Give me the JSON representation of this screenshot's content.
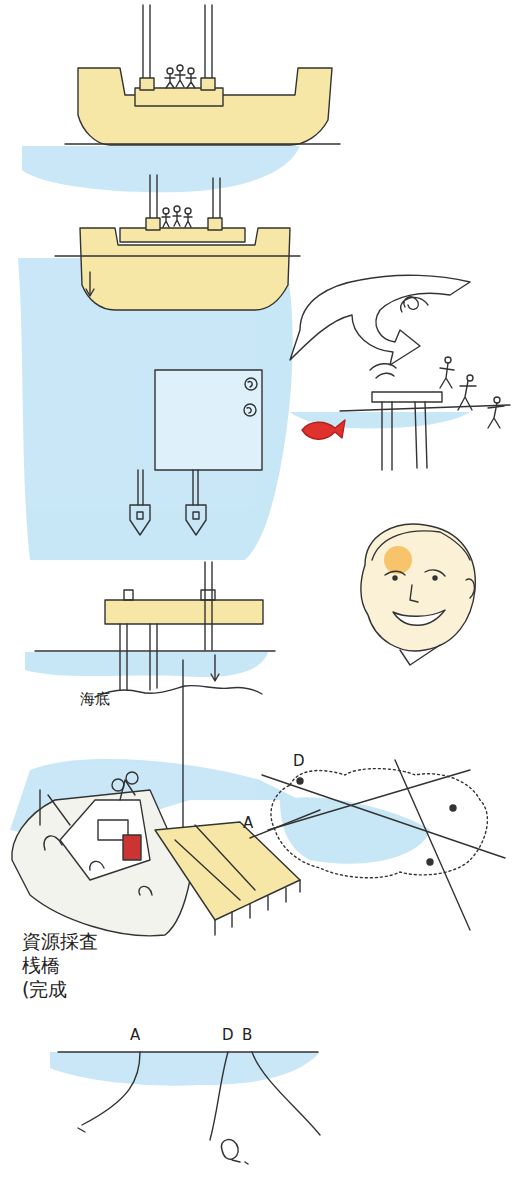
{
  "diagram": {
    "labels": [
      "海底",
      "D",
      "A",
      "資源採査 桟橋(完成",
      "A",
      "D",
      "B"
    ]
  }
}
